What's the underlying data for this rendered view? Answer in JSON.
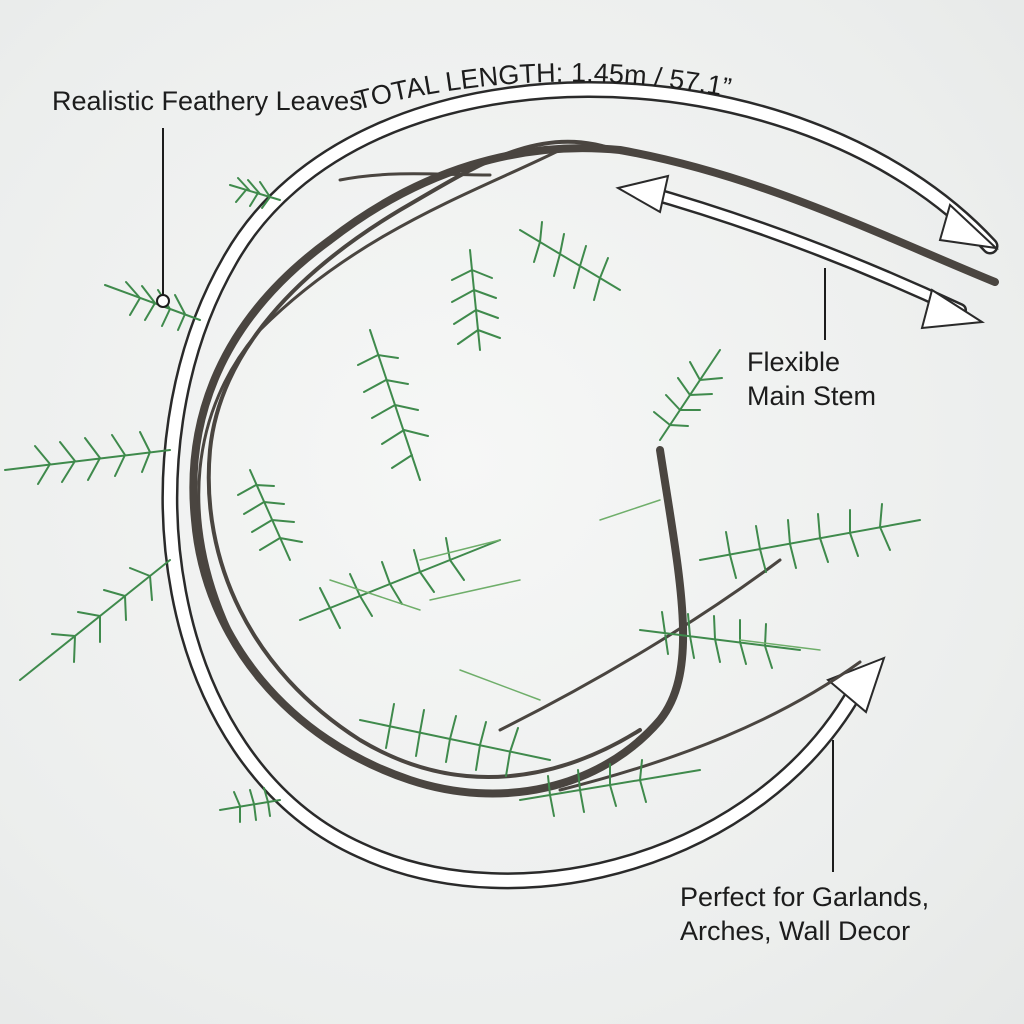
{
  "annotations": {
    "total_length": "TOTAL LENGTH: 1.45m / 57.1”",
    "leaves": "Realistic Feathery Leaves",
    "stem": {
      "line1": "Flexible",
      "line2": "Main Stem"
    },
    "garland": {
      "line1": "Perfect for Garlands,",
      "line2": "Arches, Wall Decor"
    }
  },
  "colors": {
    "background": "#eef0ef",
    "stem": "#4a4540",
    "leaf": "#3f8a4c",
    "leaf_light": "#6fae6a",
    "arrow_fill": "#ffffff",
    "arrow_outline": "#2a2a2a",
    "text": "#1c1c1c"
  },
  "subject": "artificial-fern-garland-vine-icon"
}
